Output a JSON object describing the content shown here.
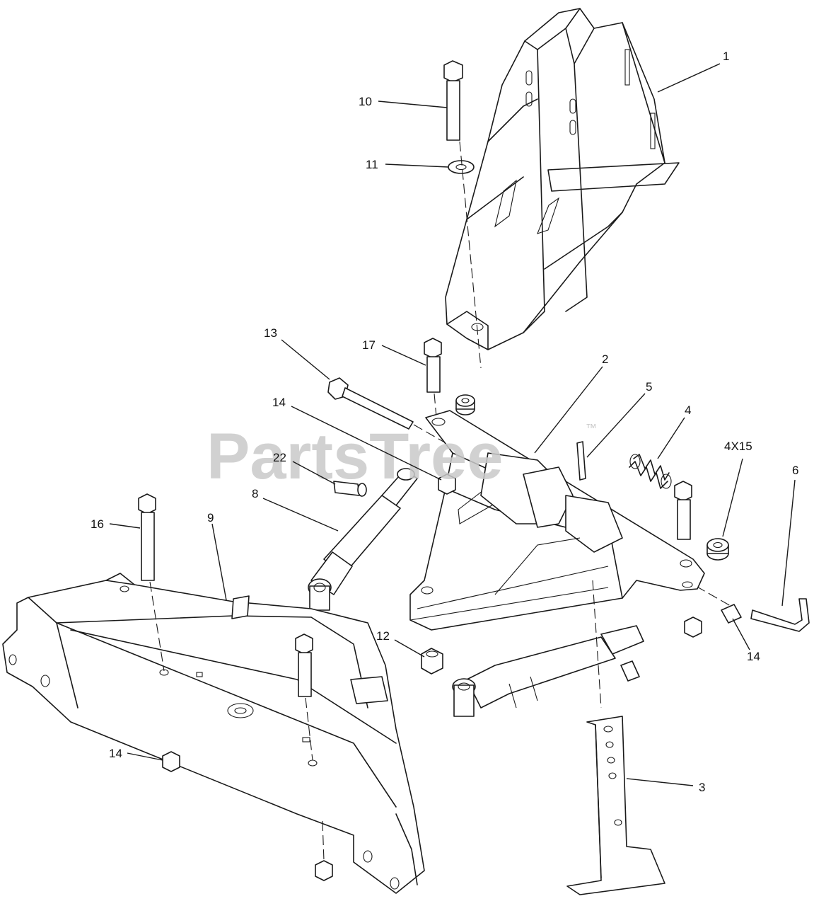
{
  "watermark": {
    "brand": "PartsTree",
    "trademark": "™"
  },
  "callouts": {
    "c1": "1",
    "c2": "2",
    "c3": "3",
    "c4": "4",
    "c5": "5",
    "c6": "6",
    "c8": "8",
    "c9": "9",
    "c10": "10",
    "c11": "11",
    "c12": "12",
    "c13": "13",
    "c14a": "14",
    "c14b": "14",
    "c14c": "14",
    "c16": "16",
    "c17": "17",
    "c22": "22",
    "c4x15": "4X15"
  }
}
